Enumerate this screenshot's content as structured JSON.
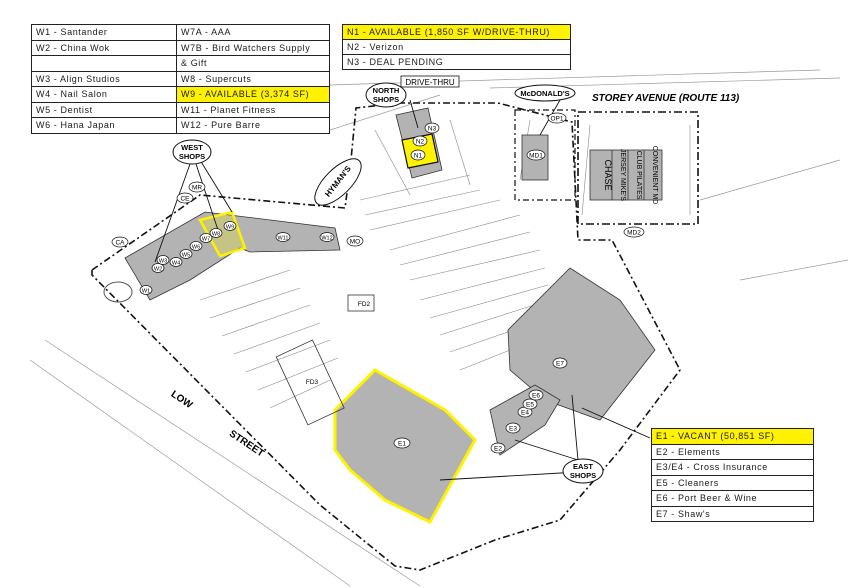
{
  "west_tenants": [
    [
      {
        "text": "W1 - Santander"
      },
      {
        "text": "W7A - AAA"
      }
    ],
    [
      {
        "text": "W2 - China Wok"
      },
      {
        "text": "W7B - Bird Watchers Supply"
      }
    ],
    [
      {
        "text": ""
      },
      {
        "text": "& Gift"
      }
    ],
    [
      {
        "text": "W3 - Align Studios"
      },
      {
        "text": "W8 - Supercuts"
      }
    ],
    [
      {
        "text": "W4 - Nail Salon"
      },
      {
        "text": "W9 - AVAILABLE (3,374 SF)",
        "highlight": true
      }
    ],
    [
      {
        "text": "W5 - Dentist"
      },
      {
        "text": "W11 - Planet Fitness"
      }
    ],
    [
      {
        "text": "W6 - Hana Japan"
      },
      {
        "text": "W12 - Pure Barre"
      }
    ]
  ],
  "north_tenants": [
    {
      "text": "N1 - AVAILABLE (1,850 SF W/DRIVE-THRU)",
      "highlight": true
    },
    {
      "text": "N2 - Verizon"
    },
    {
      "text": "N3 - DEAL PENDING"
    }
  ],
  "east_tenants": [
    {
      "text": "E1 - VACANT (50,851 SF)",
      "highlight": true
    },
    {
      "text": "E2 - Elements"
    },
    {
      "text": "E3/E4 - Cross Insurance"
    },
    {
      "text": "E5 - Cleaners"
    },
    {
      "text": "E6 - Port Beer & Wine"
    },
    {
      "text": "E7 - Shaw's"
    }
  ],
  "map_labels": {
    "storey_avenue": "STOREY AVENUE (ROUTE 113)",
    "low": "LOW",
    "street": "STREET",
    "drive_thru": "DRIVE-THRU",
    "mcdonalds": "McDONALD'S",
    "north_shops_1": "NORTH",
    "north_shops_2": "SHOPS",
    "west_shops_1": "WEST",
    "west_shops_2": "SHOPS",
    "east_shops_1": "EAST",
    "east_shops_2": "SHOPS",
    "hymans": "HYMAN'S",
    "chase": "CHASE",
    "jersey_mikes": "JERSEY MIKE'S",
    "club_pilates": "CLUB PILATES",
    "convenient_md": "CONVENIENT MD"
  },
  "unit_labels": {
    "n1": "N1",
    "n2": "N2",
    "n3": "N3",
    "op1": "OP1",
    "md1": "MD1",
    "md2": "MD2",
    "mo": "MO",
    "mr": "MR",
    "ce": "CE",
    "ca": "CA",
    "fd2": "FD2",
    "fd3": "FD3",
    "w1": "W1",
    "w2": "W2",
    "w3": "W3",
    "w4": "W4",
    "w5": "W5",
    "w6": "W6",
    "w7": "W7",
    "w8": "W8",
    "w9": "W9",
    "w11": "W11",
    "w12": "W12",
    "e1": "E1",
    "e2": "E2",
    "e3": "E3",
    "e4": "E4",
    "e5": "E5",
    "e6": "E6",
    "e7": "E7"
  },
  "colors": {
    "available": "#fff200",
    "building": "#b3b3b3",
    "outline": "#111111"
  }
}
